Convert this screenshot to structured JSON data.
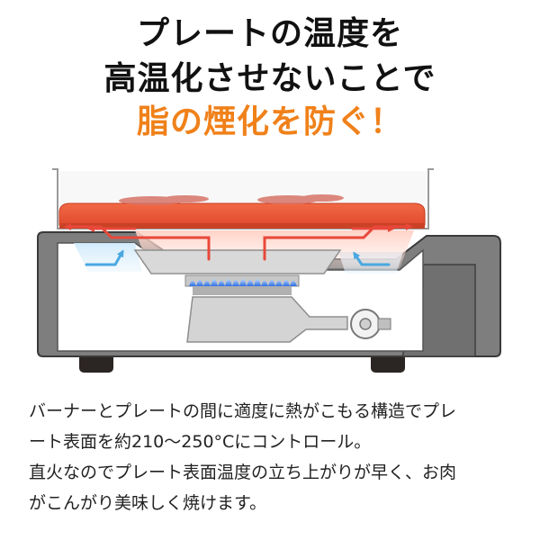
{
  "headline": {
    "line1": "プレートの温度を",
    "line2": "高温化させないことで",
    "line3": "脂の煙化を防ぐ！"
  },
  "colors": {
    "text": "#111111",
    "accent": "#f0811a",
    "plate": "#e8583a",
    "heat_arrow": "#e8483a",
    "cool_arrow": "#4aa8e0",
    "flame": "#2f6fe0",
    "body": "#7d7d7d",
    "body_dark": "#5c5c5c"
  },
  "icons": {
    "heat_flow": "heat-flow-arrow-icon",
    "cool_flow": "cool-flow-arrow-icon",
    "flame": "flame-icon",
    "knob": "control-knob-icon"
  },
  "description": {
    "line1": "バーナーとプレートの間に適度に熱がこもる構造でプレ",
    "line2": "ート表面を約210〜250°Cにコントロール。",
    "line3": "直火なのでプレート表面温度の立ち上がりが早く、お肉",
    "line4": "がこんがり美味しく焼けます。"
  }
}
